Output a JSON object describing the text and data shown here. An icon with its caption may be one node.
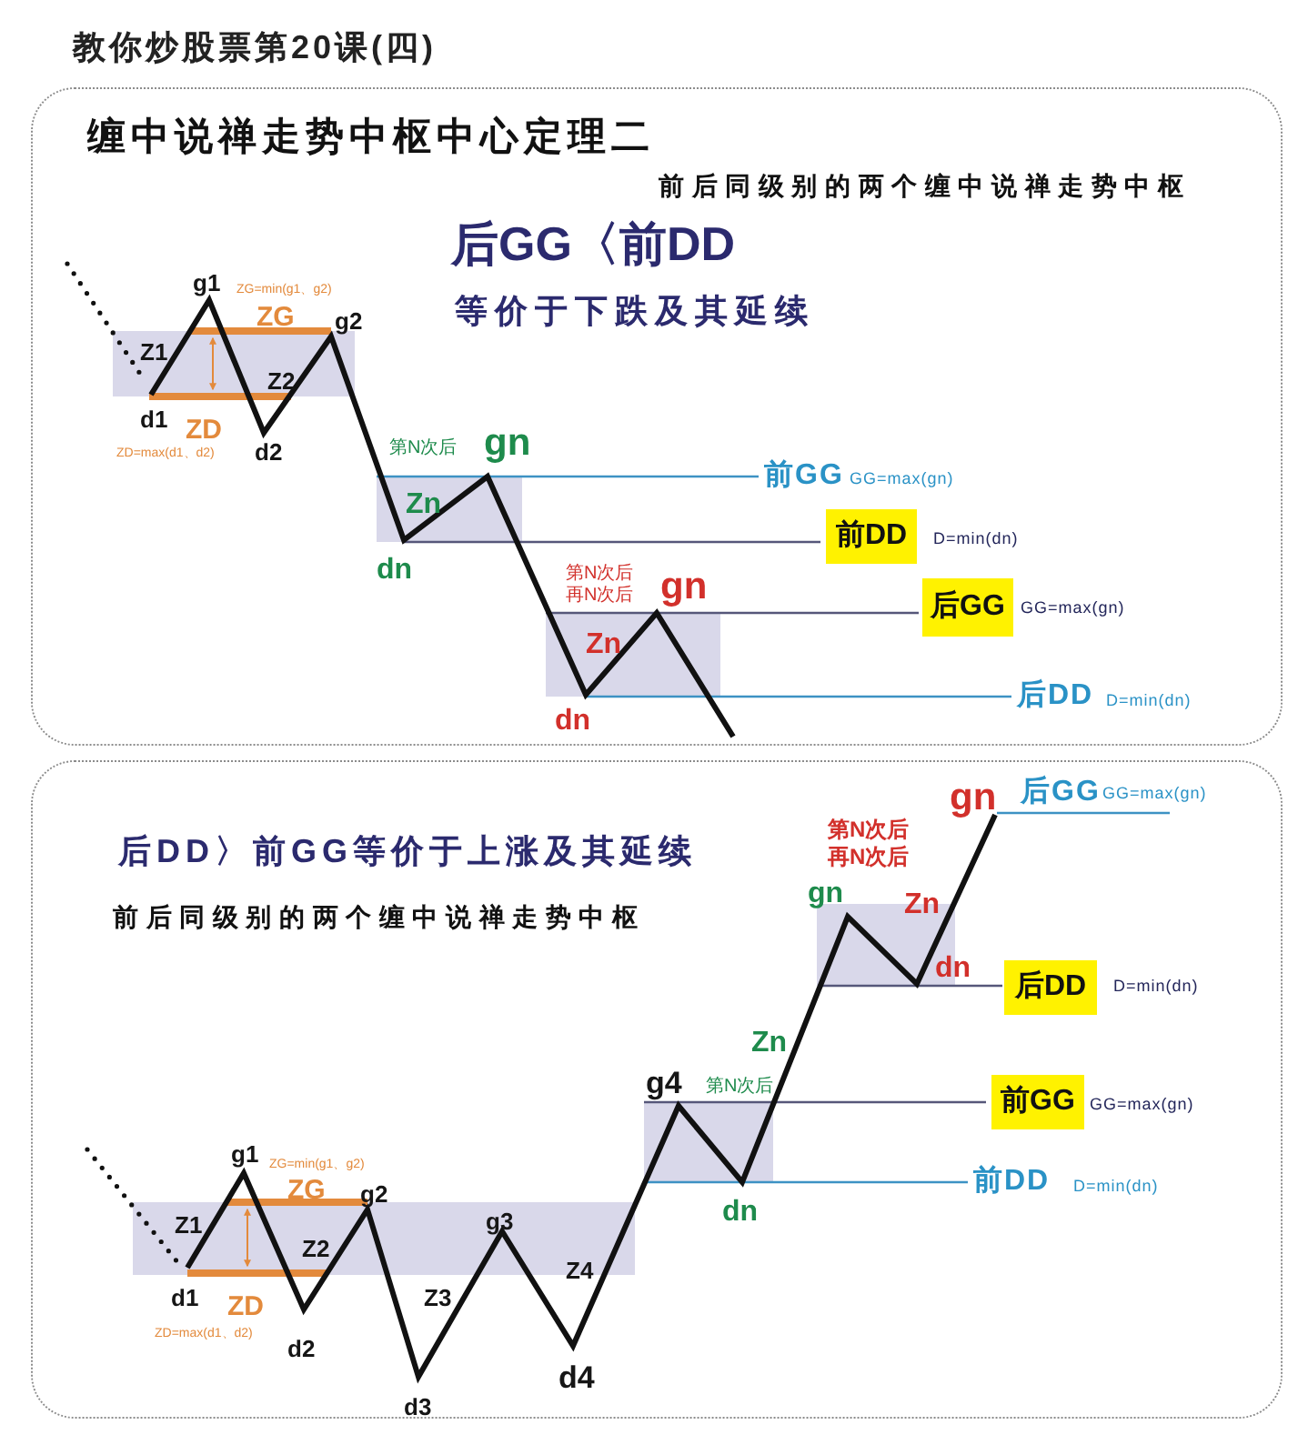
{
  "diagram": {
    "title": "教你炒股票第20课(四)",
    "nodes": [
      {
        "text": [
          "缠中说禅走势中枢中心定理二",
          "前后同级别的两个缠中说禅走势中枢",
          "后GG〈前DD",
          "等价于下跌及其延续"
        ]
      },
      {
        "text": [],
        "shape": "box",
        "in": 0
      },
      {
        "text": [
          "前GG"
        ],
        "in": 0,
        "beside": [
          "GG=max(gn)"
        ]
      },
      {
        "text": [],
        "shape": "box",
        "in": 0
      },
      {
        "text": [
          "前DD"
        ],
        "in": 0,
        "beside": [
          "D=min(dn)"
        ]
      },
      {
        "text": [
          "后GG"
        ],
        "in": 0,
        "beside": [
          "GG=max(gn)"
        ]
      },
      {
        "text": [],
        "shape": "box",
        "in": 0
      },
      {
        "text": [
          "后DD"
        ],
        "in": 0,
        "beside": [
          "D=min(dn)"
        ]
      },
      {
        "text": [
          "后DD〉前GG等价于上涨及其延续",
          "前后同级别的两个缠中说禅走势中枢"
        ]
      },
      {
        "text": [],
        "shape": "box",
        "in": 8
      },
      {
        "text": [
          "后DD"
        ],
        "in": 8,
        "beside": [
          "D=min(dn)"
        ]
      },
      {
        "text": [
          "前GG"
        ],
        "in": 8,
        "beside": [
          "GG=max(gn)"
        ]
      },
      {
        "text": [],
        "shape": "box",
        "in": 8
      },
      {
        "text": [
          "前DD"
        ],
        "in": 8,
        "beside": [
          "D=min(dn)"
        ]
      },
      {
        "text": [],
        "shape": "box",
        "in": 8
      }
    ],
    "edges": [
      {
        "from": 2,
        "to": 3,
        "arrow": "none",
        "color": "#3d92c4"
      },
      {
        "from": 4,
        "to": 3,
        "arrow": "none"
      },
      {
        "from": 5,
        "to": 6,
        "arrow": "none"
      },
      {
        "from": 7,
        "to": 6,
        "arrow": "none",
        "color": "#3d92c4"
      },
      {
        "from": 10,
        "to": 9,
        "arrow": "none"
      },
      {
        "from": 11,
        "to": 12,
        "arrow": "none"
      },
      {
        "from": 13,
        "to": 12,
        "arrow": "none",
        "color": "#3d92c4"
      }
    ],
    "labels": [
      "g1",
      "ZG=min(g1、g2)",
      "ZG",
      "g2",
      "Z1",
      "Z2",
      "d1",
      "ZD",
      "ZD=max(d1、d2)",
      "d2",
      "第N次后",
      "gn",
      "Zn",
      "dn",
      "第N次后",
      "再N次后",
      "gn",
      "Zn",
      "dn",
      "gn",
      "后GG",
      "GG=max(gn)",
      "第N次后",
      "再N次后",
      "gn",
      "Zn",
      "dn",
      "Zn",
      "g4",
      "第N次后",
      "g1",
      "ZG=min(g1、g2)",
      "ZG",
      "g2",
      "Z1",
      "g3",
      "dn",
      "Z2",
      "Z4",
      "d1",
      "ZD",
      "Z3",
      "ZD=max(d1、d2)",
      "d2",
      "d4",
      "d3"
    ]
  }
}
